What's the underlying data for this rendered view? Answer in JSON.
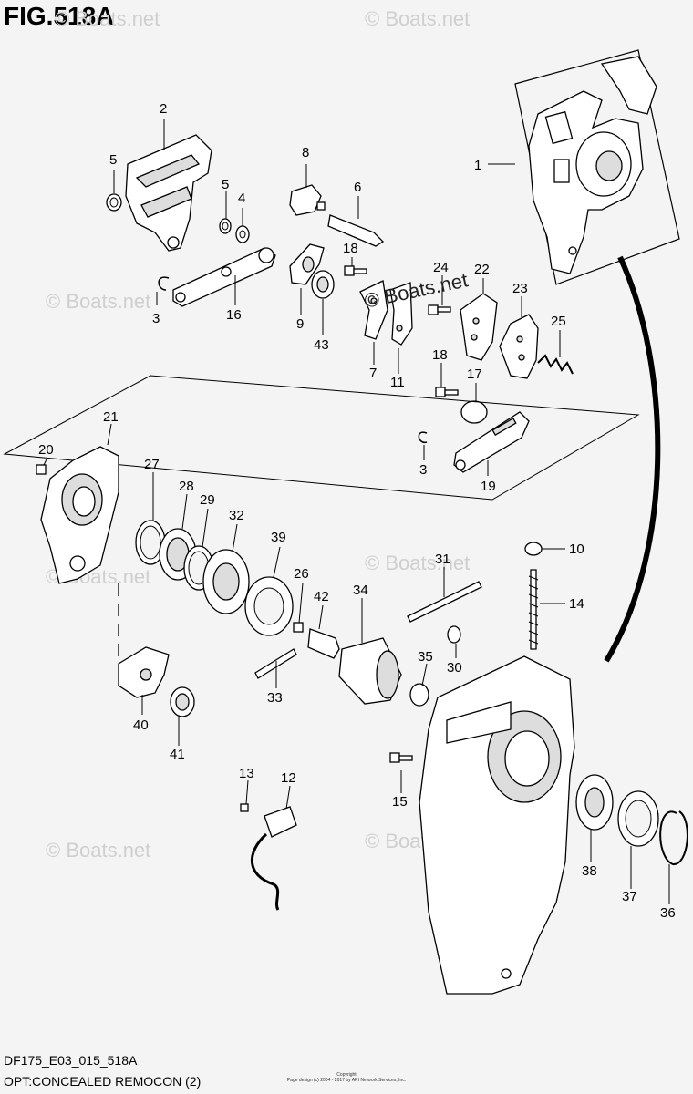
{
  "figure_title": "FIG.518A",
  "footer": {
    "code": "DF175_E03_015_518A",
    "caption": "OPT:CONCEALED REMOCON (2)",
    "copyright_1": "Copyright",
    "copyright_2": "Page design (c) 2004 - 2017 by ARI Network Services, Inc."
  },
  "watermark": "© Boats.net",
  "watermark_center": "© Boats.net",
  "callouts": {
    "c1": "1",
    "c2": "2",
    "c3a": "3",
    "c3b": "3",
    "c4": "4",
    "c5a": "5",
    "c5b": "5",
    "c6": "6",
    "c7": "7",
    "c8": "8",
    "c9": "9",
    "c10": "10",
    "c11": "11",
    "c12": "12",
    "c13": "13",
    "c14": "14",
    "c15": "15",
    "c16": "16",
    "c17": "17",
    "c18a": "18",
    "c18b": "18",
    "c19": "19",
    "c20": "20",
    "c21": "21",
    "c22": "22",
    "c23": "23",
    "c24": "24",
    "c25": "25",
    "c26": "26",
    "c27": "27",
    "c28": "28",
    "c29": "29",
    "c30": "30",
    "c31": "31",
    "c32": "32",
    "c33": "33",
    "c34": "34",
    "c35": "35",
    "c36": "36",
    "c37": "37",
    "c38": "38",
    "c39": "39",
    "c40": "40",
    "c41": "41",
    "c42": "42",
    "c43": "43"
  }
}
